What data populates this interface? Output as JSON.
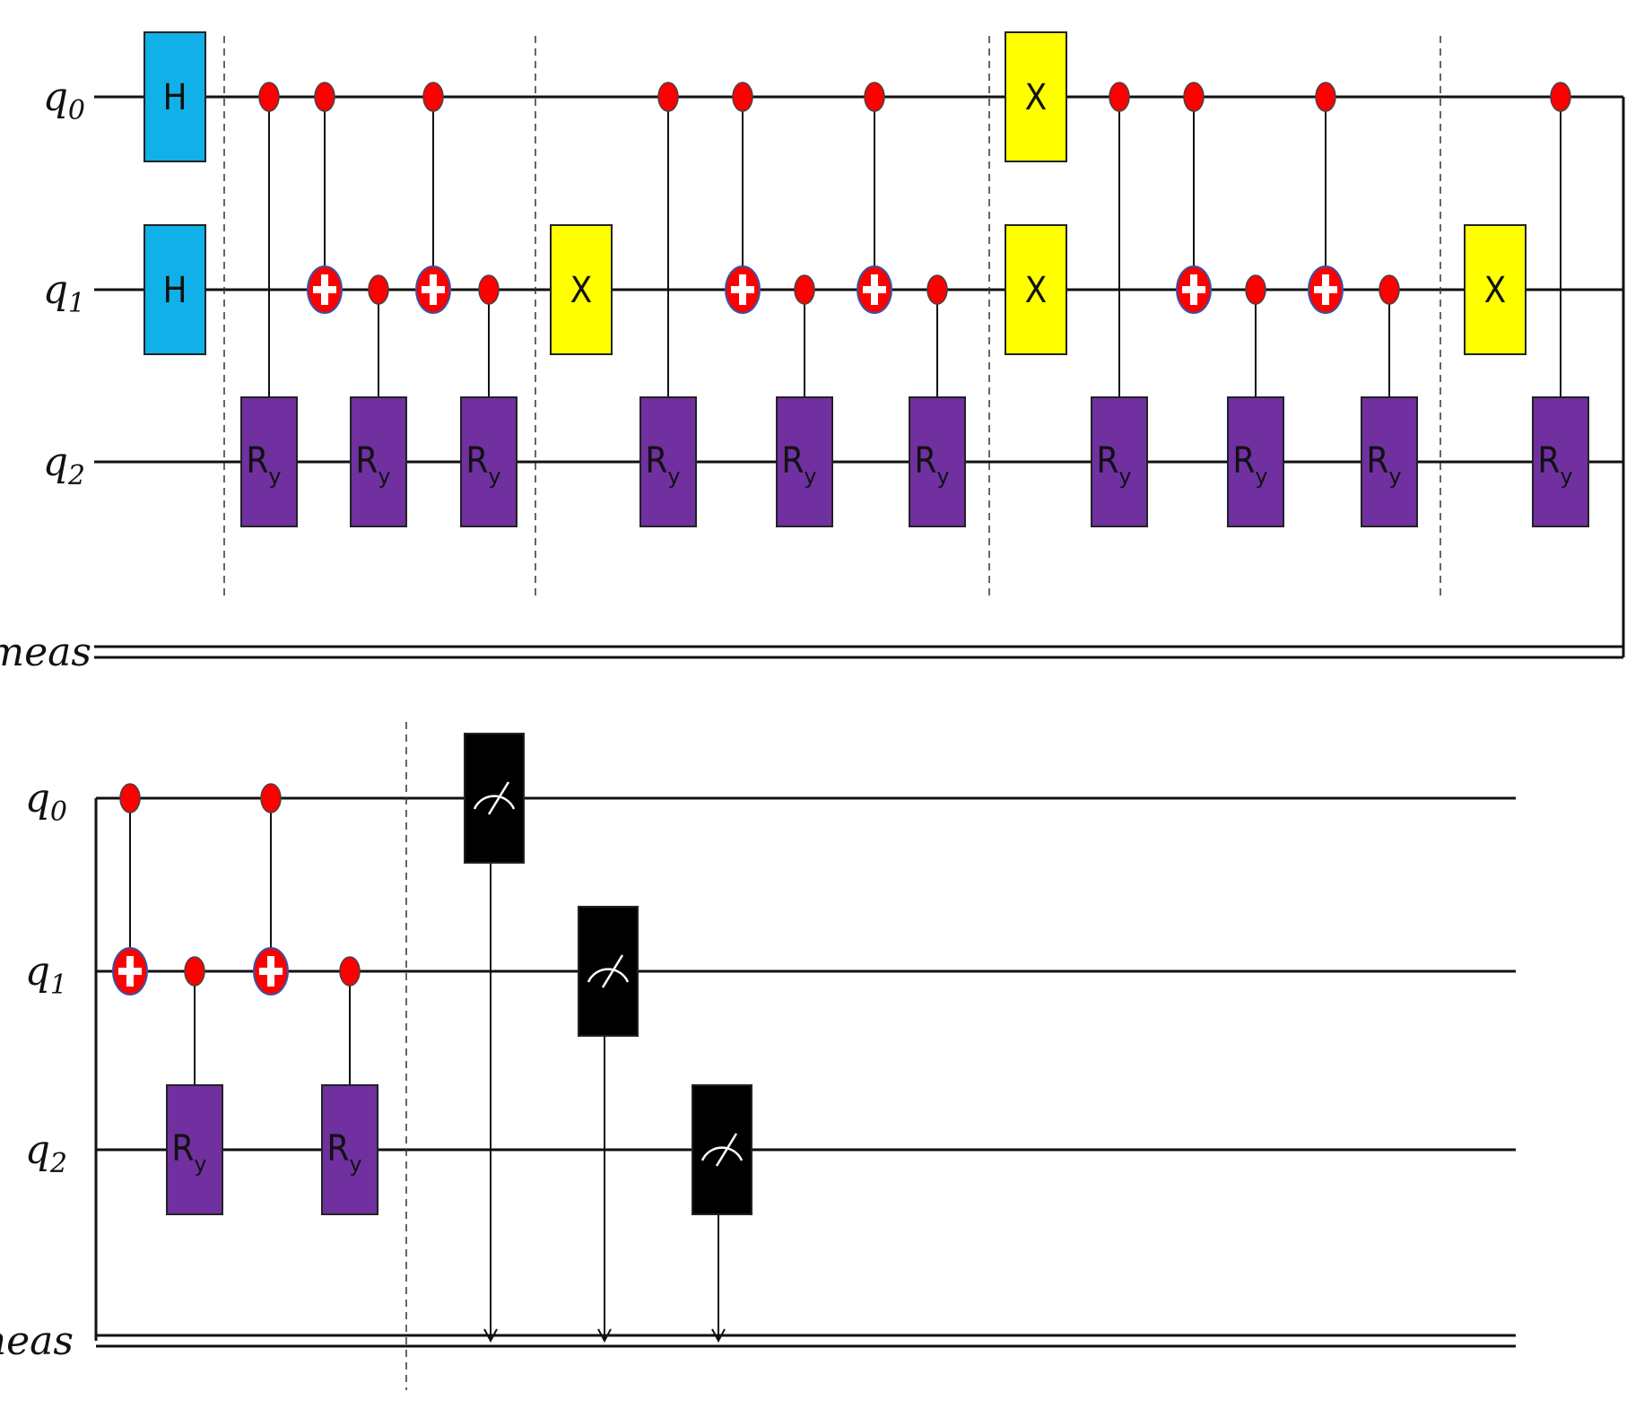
{
  "labels": {
    "qubits": [
      "q0",
      "q1",
      "q2"
    ],
    "classical": "meas"
  },
  "gate_text": {
    "h": "H",
    "x": "X",
    "ry_main": "R",
    "ry_sub": "y"
  },
  "colors": {
    "h": "#12b0e8",
    "x": "#ffff00",
    "ry": "#7030a0",
    "control": "#ff0000",
    "measure": "#000000",
    "wire": "#111111"
  },
  "icons": {
    "control": "filled-dot-icon",
    "target": "cnot-target-icon",
    "measure": "meter-icon"
  },
  "circuit": [
    {
      "op": "h",
      "q": 0
    },
    {
      "op": "h",
      "q": 1
    },
    {
      "op": "barrier"
    },
    {
      "op": "cry",
      "ctrl": 0,
      "tgt": 2
    },
    {
      "op": "cx",
      "ctrl": 0,
      "tgt": 1
    },
    {
      "op": "cry",
      "ctrl": 1,
      "tgt": 2
    },
    {
      "op": "cx",
      "ctrl": 0,
      "tgt": 1
    },
    {
      "op": "cry",
      "ctrl": 1,
      "tgt": 2
    },
    {
      "op": "barrier"
    },
    {
      "op": "x",
      "q": 1
    },
    {
      "op": "cry",
      "ctrl": 0,
      "tgt": 2
    },
    {
      "op": "cx",
      "ctrl": 0,
      "tgt": 1
    },
    {
      "op": "cry",
      "ctrl": 1,
      "tgt": 2
    },
    {
      "op": "cx",
      "ctrl": 0,
      "tgt": 1
    },
    {
      "op": "cry",
      "ctrl": 1,
      "tgt": 2
    },
    {
      "op": "barrier"
    },
    {
      "op": "x",
      "q": 0
    },
    {
      "op": "x",
      "q": 1
    },
    {
      "op": "cry",
      "ctrl": 0,
      "tgt": 2
    },
    {
      "op": "cx",
      "ctrl": 0,
      "tgt": 1
    },
    {
      "op": "cry",
      "ctrl": 1,
      "tgt": 2
    },
    {
      "op": "cx",
      "ctrl": 0,
      "tgt": 1
    },
    {
      "op": "cry",
      "ctrl": 1,
      "tgt": 2
    },
    {
      "op": "barrier"
    },
    {
      "op": "x",
      "q": 1
    },
    {
      "op": "cry",
      "ctrl": 0,
      "tgt": 2
    },
    {
      "op": "cx",
      "ctrl": 0,
      "tgt": 1
    },
    {
      "op": "cry",
      "ctrl": 1,
      "tgt": 2
    },
    {
      "op": "cx",
      "ctrl": 0,
      "tgt": 1
    },
    {
      "op": "cry",
      "ctrl": 1,
      "tgt": 2
    },
    {
      "op": "barrier"
    },
    {
      "op": "measure",
      "q": 0
    },
    {
      "op": "measure",
      "q": 1
    },
    {
      "op": "measure",
      "q": 2
    }
  ]
}
